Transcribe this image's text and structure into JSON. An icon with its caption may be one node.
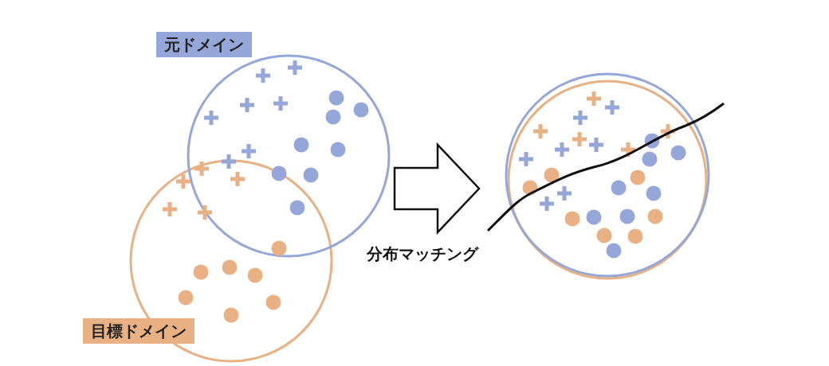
{
  "diagram": {
    "nodes": [
      {
        "text": [
          "元ドメイン"
        ]
      },
      {
        "text": [
          "目標ドメイン"
        ]
      },
      {
        "text": [],
        "shape": "circle"
      },
      {
        "text": [],
        "shape": "circle"
      }
    ],
    "edges": [
      {
        "from": 0,
        "to": 2,
        "arrow": "to"
      }
    ],
    "labels": [
      "分布マッチング"
    ]
  }
}
